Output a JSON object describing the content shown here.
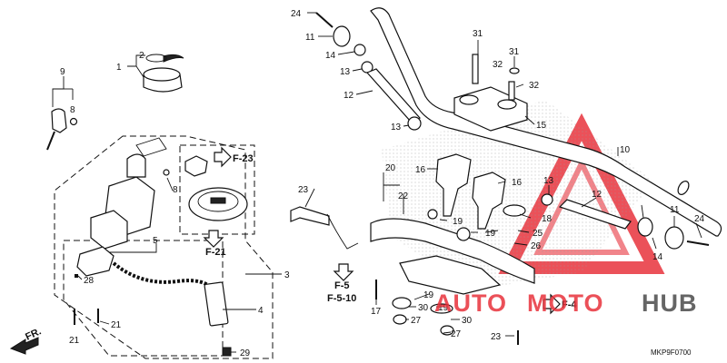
{
  "diagram": {
    "code": "MKP9F0700",
    "direction_label": "FR.",
    "refs": {
      "f23": "F-23",
      "f21": "F-21",
      "f5": "F-5",
      "f510": "F-5-10",
      "f4": "F-4"
    },
    "watermark": {
      "part1": "AUTO",
      "part2": "MOTO",
      "part3": "HUB",
      "color_primary": "#e8323c",
      "color_secondary": "#555555"
    },
    "callouts": {
      "c1": "1",
      "c2": "2",
      "c3": "3",
      "c4": "4",
      "c5": "5",
      "c8a": "8",
      "c8b": "8",
      "c9": "9",
      "c10": "10",
      "c11a": "11",
      "c11b": "11",
      "c12a": "12",
      "c12b": "12",
      "c13a": "13",
      "c13b": "13",
      "c13c": "13",
      "c14a": "14",
      "c14b": "14",
      "c15": "15",
      "c16a": "16",
      "c16b": "16",
      "c17": "17",
      "c18": "18",
      "c19a": "19",
      "c19b": "19",
      "c19c": "19",
      "c19d": "19",
      "c20": "20",
      "c21a": "21",
      "c21b": "21",
      "c22": "22",
      "c23a": "23",
      "c23b": "23",
      "c24a": "24",
      "c24b": "24",
      "c25": "25",
      "c26": "26",
      "c27a": "27",
      "c27b": "27",
      "c28": "28",
      "c29": "29",
      "c30a": "30",
      "c30b": "30",
      "c31a": "31",
      "c31b": "31",
      "c32a": "32",
      "c32b": "32"
    }
  }
}
